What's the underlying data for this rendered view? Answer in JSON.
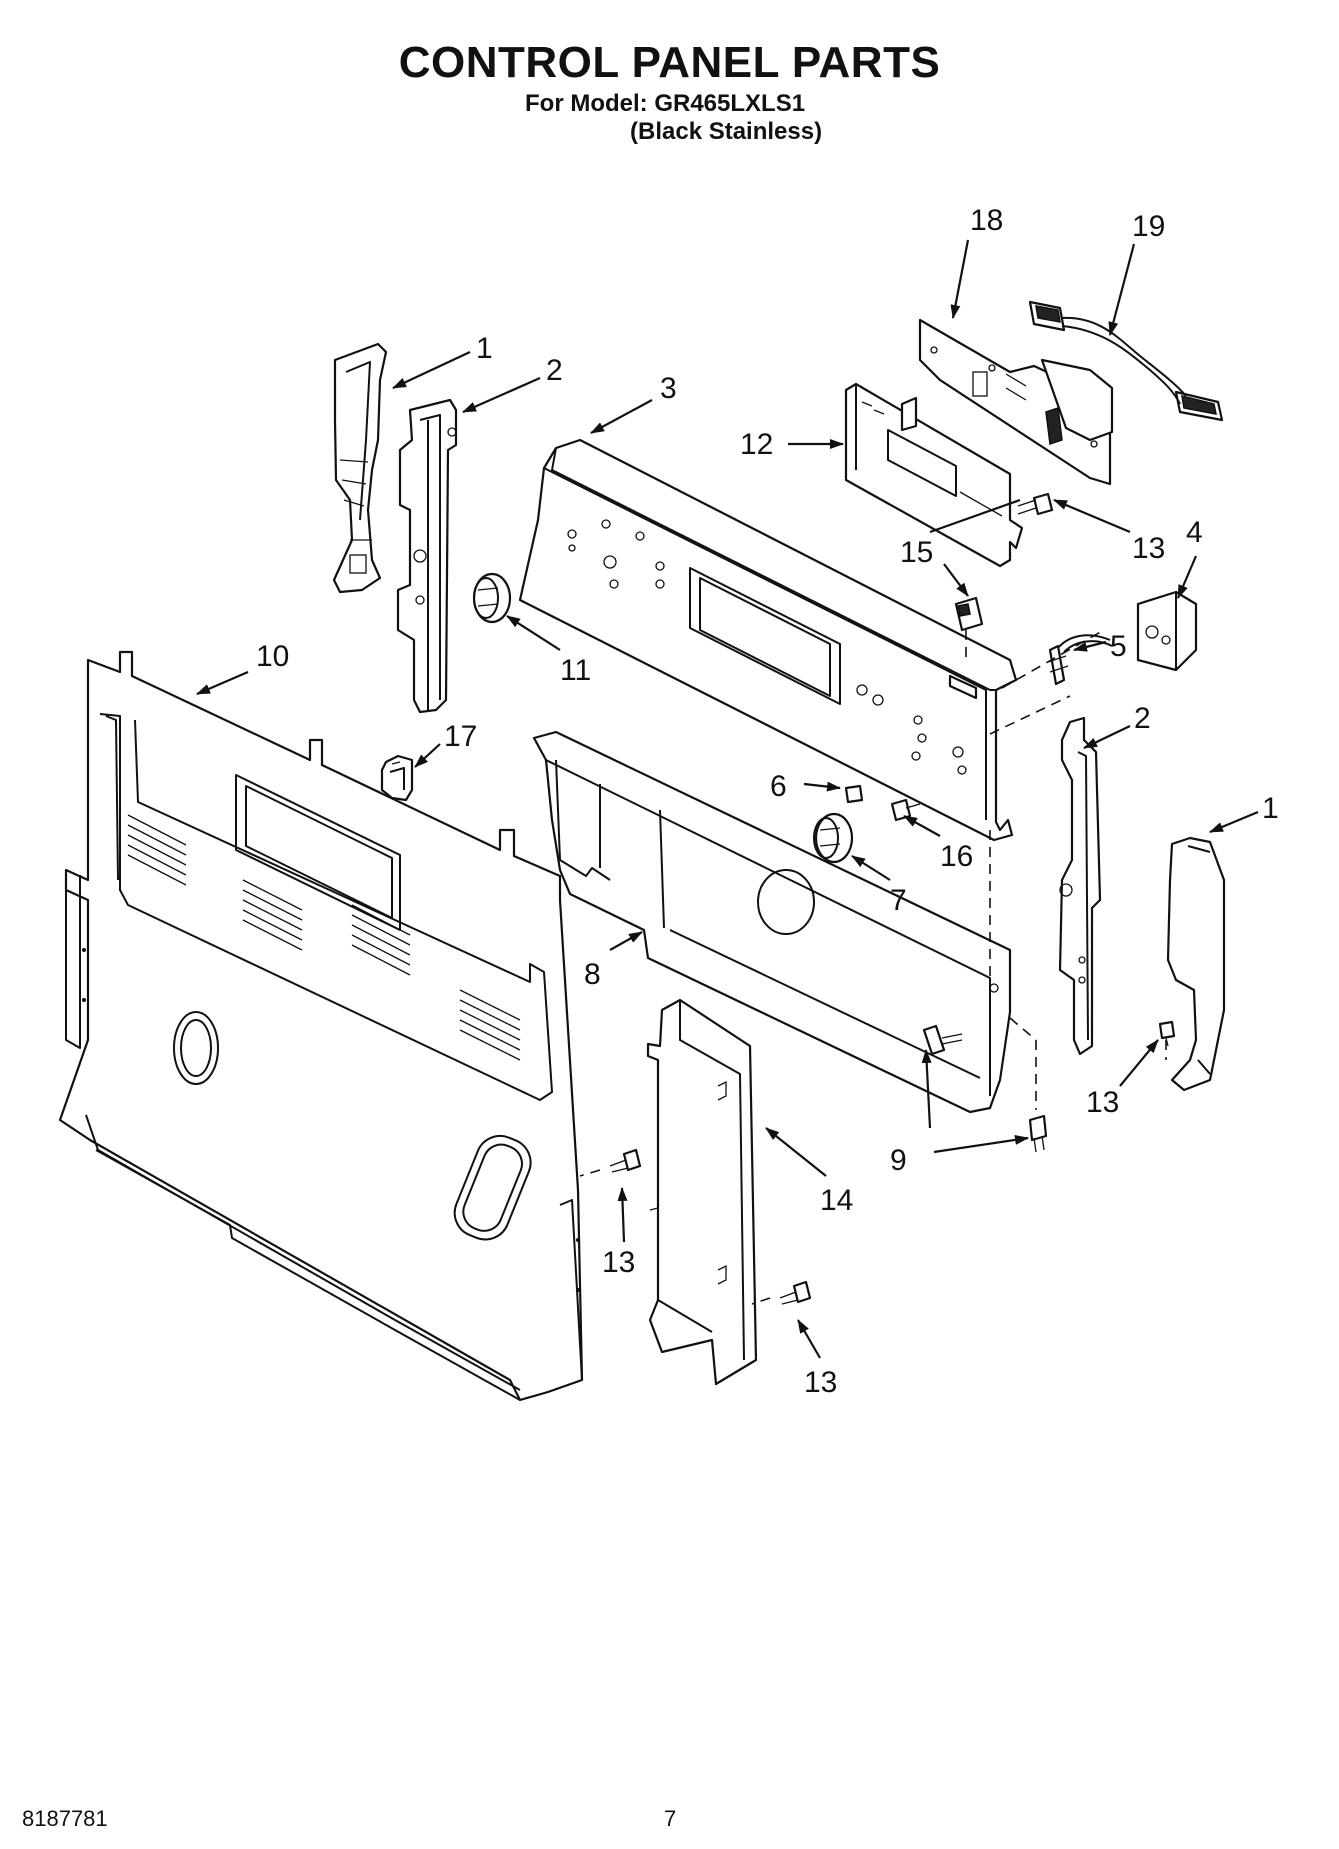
{
  "header": {
    "title": "CONTROL PANEL PARTS",
    "model_line": "For Model: GR465LXLS1",
    "finish_line": "(Black Stainless)"
  },
  "callouts": [
    "1",
    "2",
    "3",
    "4",
    "5",
    "6",
    "7",
    "8",
    "9",
    "10",
    "11",
    "12",
    "13",
    "14",
    "15",
    "16",
    "17",
    "18",
    "19"
  ],
  "footer": {
    "doc_number": "8187781",
    "page_number": "7"
  }
}
